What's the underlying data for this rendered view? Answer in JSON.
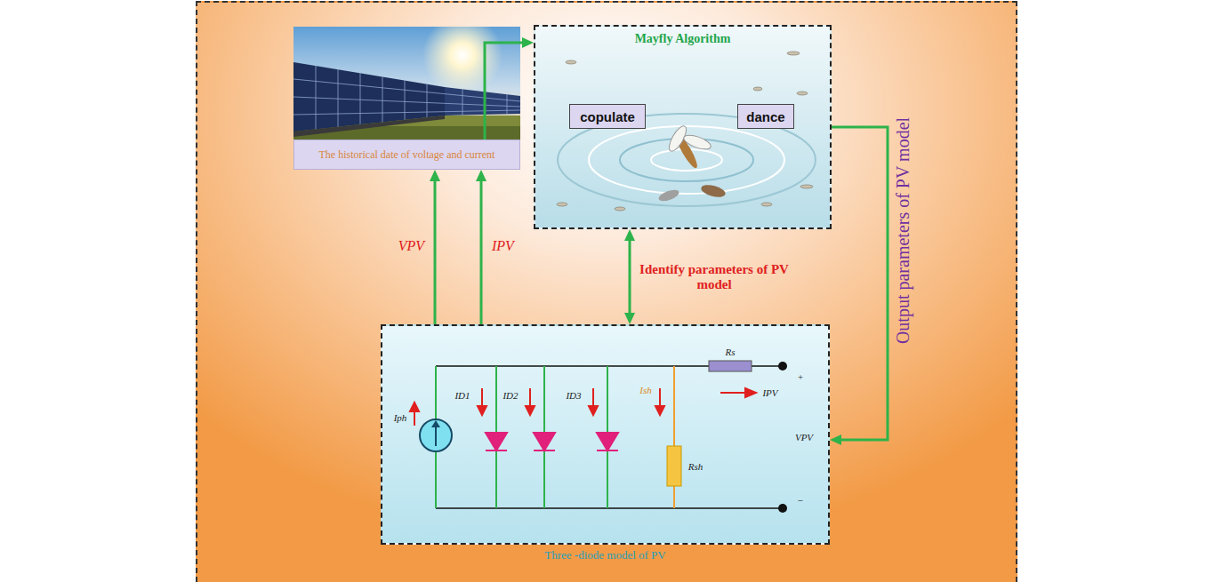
{
  "diagram": {
    "nodes": [
      {
        "text": [
          "The historical date of voltage and current"
        ]
      },
      {
        "text": [
          "Mayfly Algorithm"
        ]
      },
      {
        "text": [
          "copulate"
        ],
        "in": 1
      },
      {
        "text": [
          "dance"
        ],
        "in": 1
      },
      {
        "text": [
          "Three -diode model of PV"
        ]
      }
    ],
    "edges": [
      {
        "from": 0,
        "to": 1,
        "arrow": "to"
      },
      {
        "from": 4,
        "to": 0,
        "label": "VPV",
        "arrow": "to"
      },
      {
        "from": 4,
        "to": 0,
        "label": "IPV",
        "arrow": "to"
      },
      {
        "from": 1,
        "to": 4,
        "label": "Identify parameters of PV model",
        "arrow": "both"
      },
      {
        "from": 1,
        "to": 4,
        "label": "Output parameters of PV model",
        "arrow": "to"
      }
    ],
    "labels": [
      "Iph",
      "ID1",
      "ID2",
      "ID3",
      "Ish",
      "Rsh",
      "Rs",
      "IPV",
      "+",
      "VPV",
      "−"
    ]
  }
}
